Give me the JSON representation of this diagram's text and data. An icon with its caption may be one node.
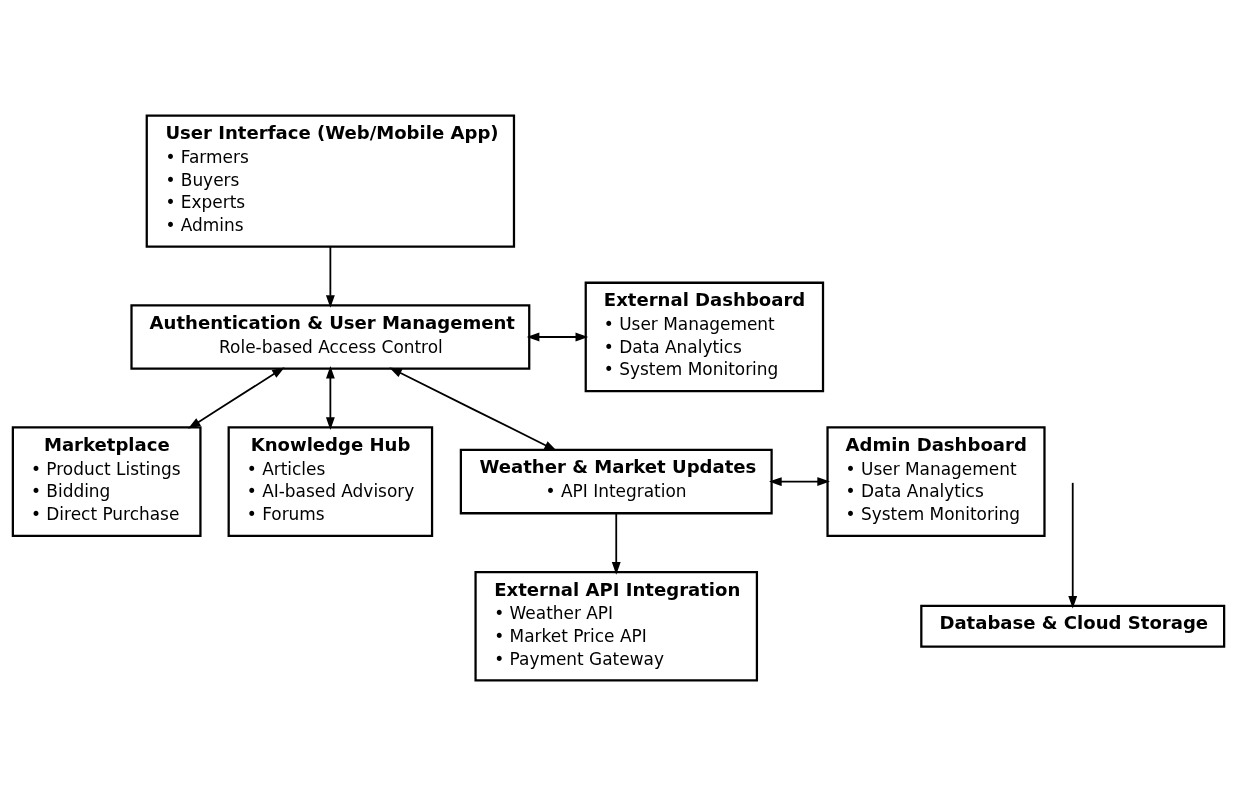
{
  "diagram": {
    "nodes": [
      {
        "text": [
          "User Interface (Web/Mobile App)",
          "• Farmers",
          "• Buyers",
          "• Experts",
          "• Admins"
        ]
      },
      {
        "text": [
          "Authentication & User Management",
          "Role-based Access Control"
        ]
      },
      {
        "text": [
          "External Dashboard",
          "• User Management",
          "• Data Analytics",
          "• System Monitoring"
        ]
      },
      {
        "text": [
          "Marketplace",
          "• Product Listings",
          "• Bidding",
          "• Direct Purchase"
        ]
      },
      {
        "text": [
          "Knowledge Hub",
          "• Articles",
          "• AI-based Advisory",
          "• Forums"
        ]
      },
      {
        "text": [
          "Weather & Market Updates",
          "• API Integration"
        ]
      },
      {
        "text": [
          "Admin Dashboard",
          "• User Management",
          "• Data Analytics",
          "• System Monitoring"
        ]
      },
      {
        "text": [
          "Database & Cloud Storage"
        ]
      },
      {
        "text": [
          "External API Integration",
          "• Weather API",
          "• Market Price API",
          "• Payment Gateway"
        ]
      }
    ],
    "edges": [
      {
        "from": 0,
        "to": 1,
        "arrow": "to"
      },
      {
        "from": 1,
        "to": 2,
        "arrow": "both"
      },
      {
        "from": 1,
        "to": 3,
        "arrow": "both"
      },
      {
        "from": 1,
        "to": 4,
        "arrow": "both"
      },
      {
        "from": 1,
        "to": 5,
        "arrow": "both"
      },
      {
        "from": 5,
        "to": 6,
        "arrow": "both"
      },
      {
        "from": 5,
        "to": 8,
        "arrow": "to"
      },
      {
        "from": null,
        "to": 7,
        "arrow": "to"
      }
    ]
  }
}
